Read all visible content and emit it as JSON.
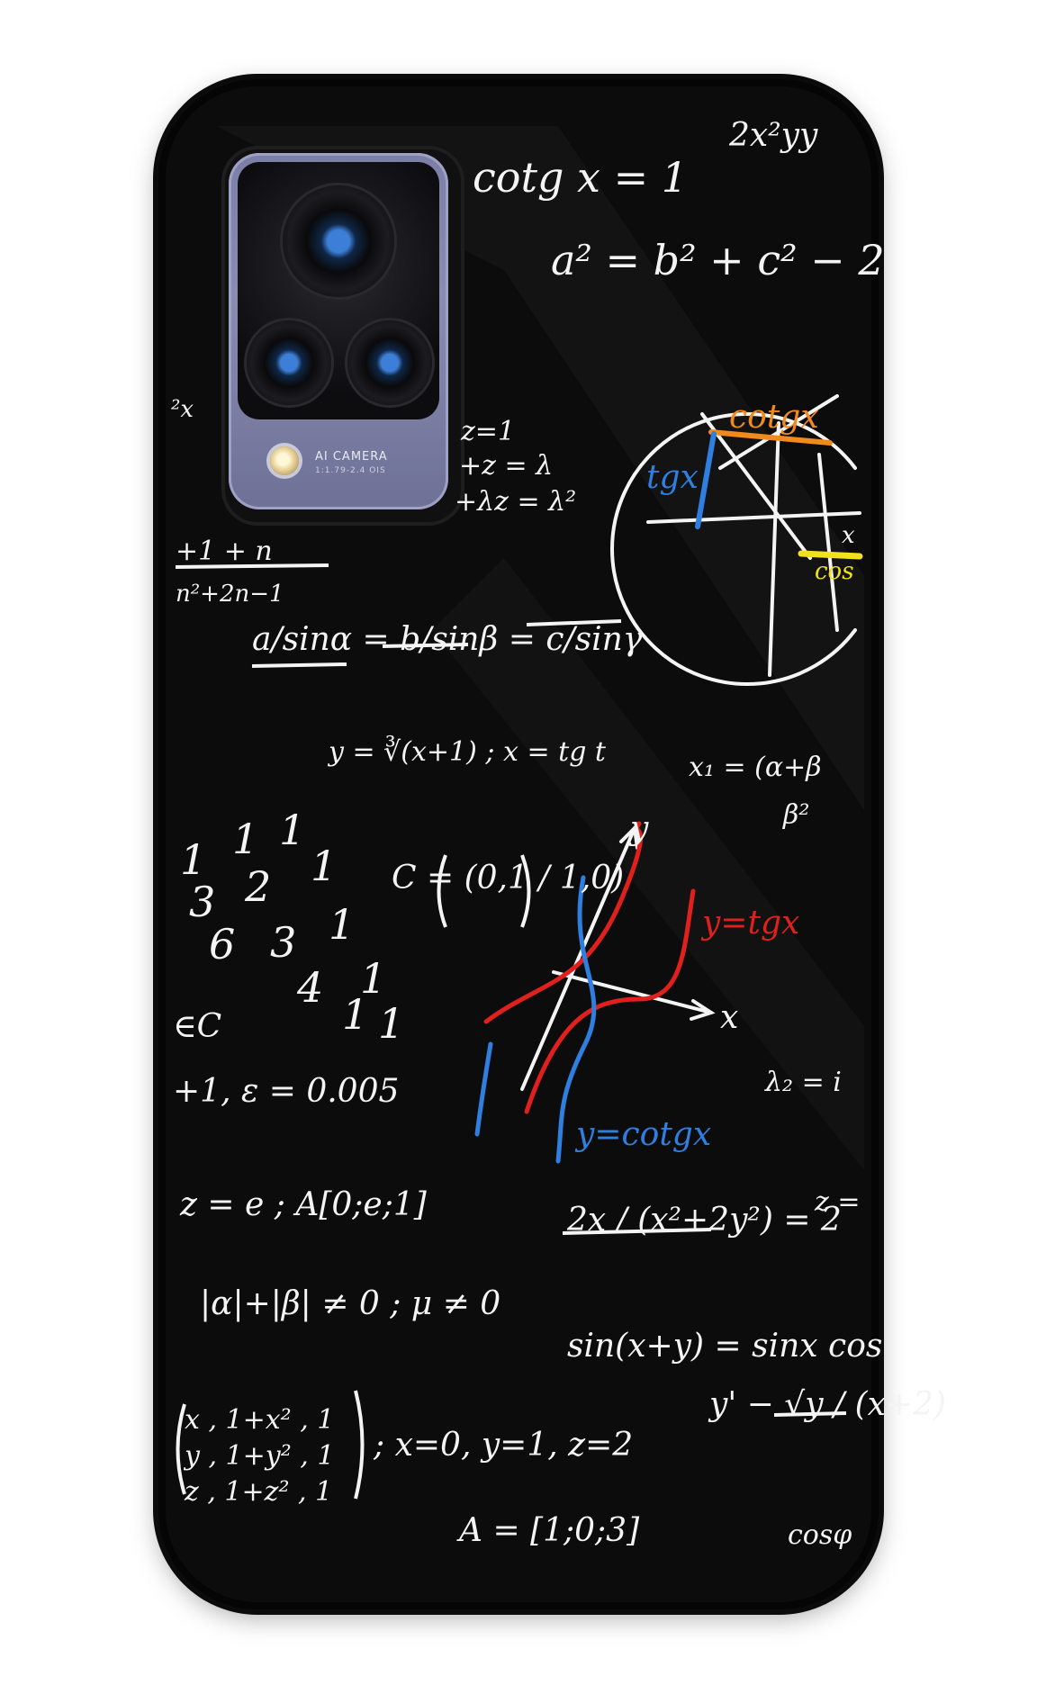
{
  "camera": {
    "label": "AI CAMERA",
    "spec": "1:1.79-2.4 OIS"
  },
  "equations": {
    "cotg": "cotg x = 1",
    "poly": "2x²yy",
    "pythag": "a² = b² + c² − 2",
    "sine_rule": "a/sinα = b/sinβ = c/sinγ",
    "cube_root": "y = ∛(x+1)  ; x = tg t",
    "matrix_c": "C = (0,1 / 1,0)",
    "epsilon": "+1, ε = 0.005",
    "z_e": "z = e ; A[0;e;1]",
    "frac_2x": "2x / (x²+2y²) = 2",
    "abs": "|α|+|β| ≠ 0 ; μ ≠ 0",
    "sin_sum": "sin(x+y) = sinx cos",
    "system": "; x=0, y=1, z=2",
    "A_vec": "A = [1;0;3]",
    "deriv": "y' − √y / (x+2)",
    "cos_phi": "cosφ",
    "lambda2": "λ₂ = i",
    "x1": "x₁ = (α+β",
    "beta2": "β²",
    "series": "+1 + n",
    "series_den": "n²+2n−1",
    "left_x": "²x",
    "in_c": "∈C",
    "z_eq1": "z=1",
    "z_eq2": "+z = λ",
    "z_eq3": "+λz = λ²",
    "z_right": "z =",
    "matrix_rows": [
      "x , 1+x² , 1",
      "y , 1+y² , 1",
      "z , 1+z² , 1"
    ],
    "digits": [
      "1",
      "1",
      "1",
      "1",
      "2",
      "1",
      "3",
      "6",
      "3",
      "1",
      "4",
      "1",
      "1"
    ]
  },
  "graph_labels": {
    "cotgx_top": "cotgx",
    "tgx_side": "tgx",
    "cos_side": "cos",
    "x_axis": "x",
    "y_axis": "y",
    "y_tg": "y=tgx",
    "y_cotg": "y=cotgx",
    "x_mark": "x"
  },
  "colors": {
    "board": "#0c0c0c",
    "chalk": "#f4f4f4",
    "orange": "#f08a1c",
    "blue": "#2f7fe0",
    "yellow": "#f2e21b",
    "red": "#e0201c",
    "module": "#7b7fa6"
  }
}
